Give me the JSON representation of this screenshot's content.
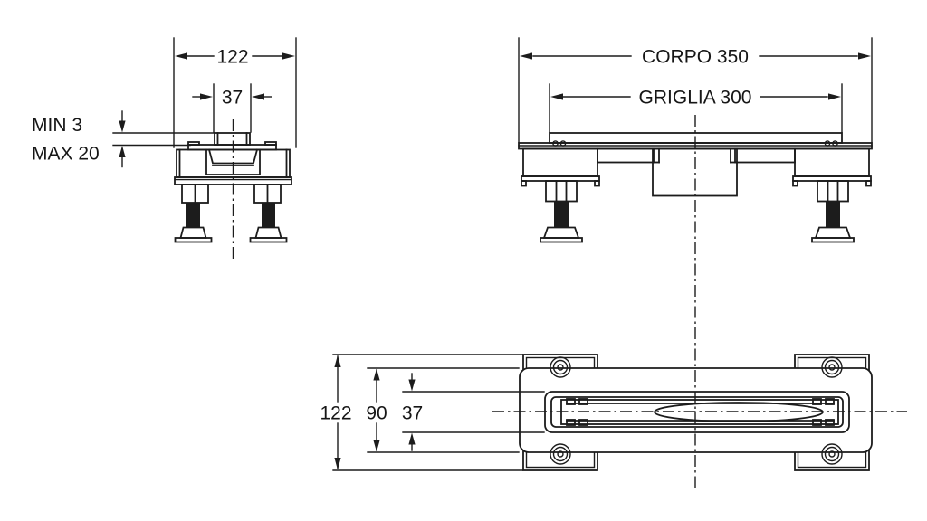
{
  "drawing": {
    "type": "technical-dimension-drawing",
    "subject": "linear shower drain channel, three orthographic views",
    "background_color": "#ffffff",
    "line_color": "#1c1c1c",
    "end_view": {
      "width_label": "122",
      "grate_width_label": "37",
      "min_label": "MIN 3",
      "max_label": "MAX 20"
    },
    "front_view": {
      "body_label": "CORPO 350",
      "grate_label": "GRIGLIA 300"
    },
    "plan_view": {
      "overall_label": "122",
      "body_label": "90",
      "slot_label": "37"
    }
  }
}
